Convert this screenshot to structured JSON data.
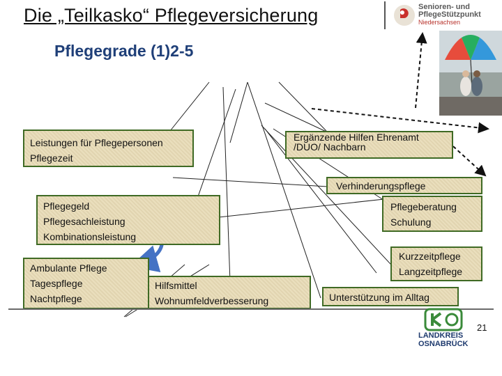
{
  "slide": {
    "title": "Die „Teilkasko“ Pflegeversicherung",
    "subtitle": "Pflegegrade (1)2-5",
    "page_number": "21"
  },
  "logo_top": {
    "line1": "Senioren- und",
    "line2": "PflegeStützpunkt",
    "line3": "Niedersachsen"
  },
  "logo_bottom": {
    "line1": "LANDKREIS",
    "line2": "OSNABRÜCK"
  },
  "boxes": {
    "pflegepersonen": [
      "Leistungen für Pflegepersonen",
      "Pflegezeit"
    ],
    "ergaenzende": [
      "Ergänzende Hilfen Ehrenamt",
      "/DUO/ Nachbarn"
    ],
    "verhinderung": [
      "Verhinderungspflege"
    ],
    "pflegegeld": [
      "Pflegegeld",
      "Pflegesachleistung",
      "Kombinationsleistung"
    ],
    "beratung": [
      "Pflegeberatung",
      "Schulung"
    ],
    "ambulant": [
      "Ambulante Pflege",
      "Tagespflege",
      "Nachtpflege"
    ],
    "hilfsmittel": [
      "Hilfsmittel",
      "Wohnumfeldverbesserung"
    ],
    "kurzzeit": [
      "Kurzzeitpflege",
      "Langzeitpflege"
    ],
    "alltag": [
      "Unterstützung im Alltag"
    ]
  },
  "colors": {
    "box_fill": "#e8dbb6",
    "box_border": "#3f6a24",
    "subtitle": "#1f3f78",
    "curved_arrow": "#4472c4"
  }
}
